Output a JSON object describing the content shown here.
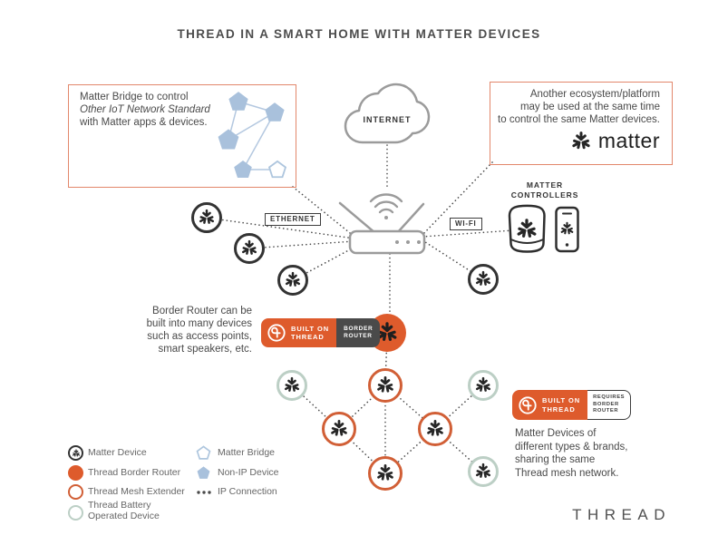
{
  "title": "THREAD IN A SMART HOME WITH MATTER DEVICES",
  "colors": {
    "orange": "#DE5B2C",
    "orange_ring": "#D15F36",
    "green_ring": "#BCCFC5",
    "pentagon_blue": "#A9C1DC",
    "dark_icon": "#333333",
    "router_gray": "#9B9B9B",
    "text_gray": "#4A4A4A",
    "box_border": "#E2876B"
  },
  "info_boxes": {
    "bridge": {
      "line1": "Matter Bridge to control",
      "line2": "Other IoT Network Standard",
      "line3": "with Matter apps & devices."
    },
    "ecosystem": {
      "line1": "Another ecosystem/platform",
      "line2": "may be used at the same time",
      "line3": "to control the same Matter devices.",
      "brand": "matter"
    }
  },
  "network": {
    "internet_label": "INTERNET",
    "ethernet_label": "ETHERNET",
    "wifi_label": "WI-FI",
    "controllers_line1": "MATTER",
    "controllers_line2": "CONTROLLERS"
  },
  "notes": {
    "border_router": {
      "lines": [
        "Border Router can be",
        "built into many devices",
        "such as access points,",
        "smart speakers, etc."
      ]
    },
    "mesh": {
      "lines": [
        "Matter Devices of",
        "different types & brands,",
        "sharing the same",
        "Thread mesh network."
      ]
    }
  },
  "badges": {
    "border_router": {
      "built_on": "BUILT ON",
      "thread": "THREAD",
      "tag_lines": [
        "BORDER",
        "ROUTER"
      ]
    },
    "requires": {
      "built_on": "BUILT ON",
      "thread": "THREAD",
      "tag_lines": [
        "REQUIRES",
        "BORDER",
        "ROUTER"
      ]
    }
  },
  "legend": {
    "col1": [
      "Matter Device",
      "Thread Border Router",
      "Thread Mesh Extender"
    ],
    "col1_battery": [
      "Thread Battery",
      "Operated Device"
    ],
    "col2": [
      "Matter Bridge",
      "Non-IP Device",
      "IP Connection"
    ]
  },
  "footer": {
    "brand": "THREAD"
  }
}
